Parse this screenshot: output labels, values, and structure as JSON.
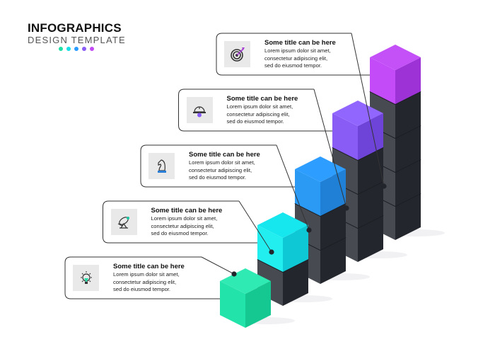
{
  "header": {
    "title": "INFOGRAPHICS",
    "subtitle": "DESIGN TEMPLATE",
    "dot_colors": [
      "#1fe0a6",
      "#17dfe8",
      "#2b9cff",
      "#8a5cf6",
      "#c24af5"
    ]
  },
  "steps": [
    {
      "title": "Some title can be here",
      "body": [
        "Lorem ipsum dolor sit amet,",
        "consectetur adipiscing elit,",
        "sed do eiusmod tempor."
      ],
      "icon": "lightbulb-icon",
      "height": 1,
      "colors": {
        "top": "#2feab3",
        "left": "#22e3aa",
        "right": "#15c790"
      }
    },
    {
      "title": "Some title can be here",
      "body": [
        "Lorem ipsum dolor sit amet,",
        "consectetur adipiscing elit,",
        "sed do eiusmod tempor."
      ],
      "icon": "telescope-icon",
      "height": 2,
      "colors": {
        "top": "#16e6ee",
        "left": "#22eef0",
        "right": "#0fc8d6"
      }
    },
    {
      "title": "Some title can be here",
      "body": [
        "Lorem ipsum dolor sit amet,",
        "consectetur adipiscing elit,",
        "sed do eiusmod tempor."
      ],
      "icon": "chess-knight-icon",
      "height": 3,
      "colors": {
        "top": "#2d9eff",
        "left": "#2a9af5",
        "right": "#1f80d6"
      }
    },
    {
      "title": "Some title can be here",
      "body": [
        "Lorem ipsum dolor sit amet,",
        "consectetur adipiscing elit,",
        "sed do eiusmod tempor."
      ],
      "icon": "helmet-gear-icon",
      "height": 4,
      "colors": {
        "top": "#9066ff",
        "left": "#8a5cf6",
        "right": "#6e44d8"
      }
    },
    {
      "title": "Some title can be here",
      "body": [
        "Lorem ipsum dolor sit amet,",
        "consectetur adipiscing elit,",
        "sed do eiusmod tempor."
      ],
      "icon": "target-arrow-icon",
      "height": 5,
      "colors": {
        "top": "#c450f7",
        "left": "#c44bf8",
        "right": "#9d33d6"
      }
    }
  ],
  "dark_cube": {
    "top": "#3a3d44",
    "left": "#474a51",
    "right": "#23262d"
  }
}
